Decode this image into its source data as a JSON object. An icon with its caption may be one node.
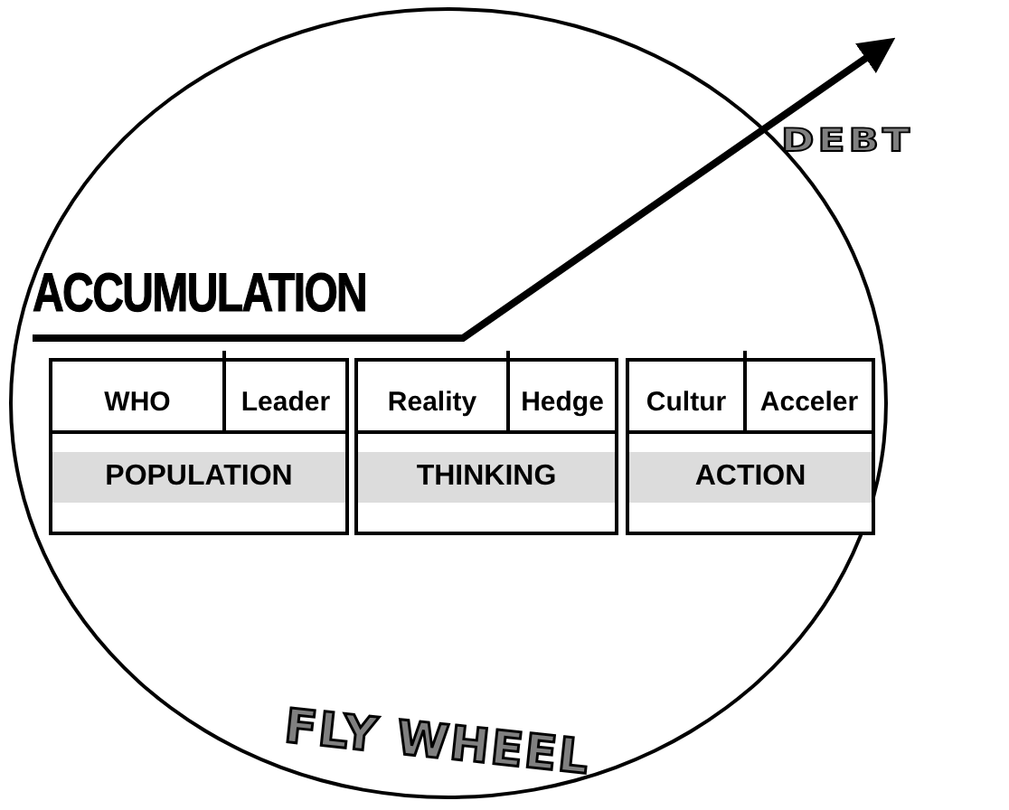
{
  "diagram": {
    "nodes": [
      {
        "text": [
          "FLY WHEEL"
        ]
      },
      {
        "text": [
          "POPULATION"
        ],
        "in": 0
      },
      {
        "text": [
          "WHO"
        ],
        "in": 1
      },
      {
        "text": [
          "Leader"
        ],
        "in": 1
      },
      {
        "text": [
          "THINKING"
        ],
        "in": 0
      },
      {
        "text": [
          "Reality"
        ],
        "in": 4
      },
      {
        "text": [
          "Hedge"
        ],
        "in": 4
      },
      {
        "text": [
          "ACTION"
        ],
        "in": 0
      },
      {
        "text": [
          "Cultur"
        ],
        "in": 7
      },
      {
        "text": [
          "Acceler"
        ],
        "in": 7
      }
    ],
    "labels": [
      "DEBT",
      "ACCUMULATION"
    ]
  }
}
